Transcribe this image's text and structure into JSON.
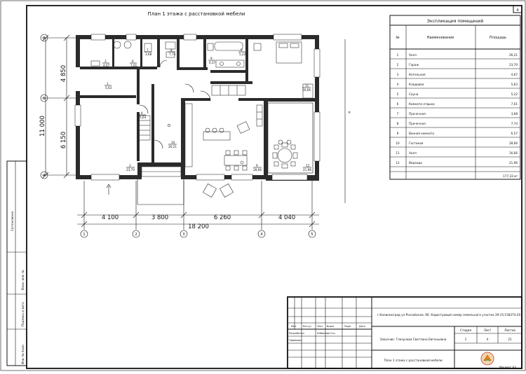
{
  "sheet": {
    "title": "План 1 этажа с расстановкой мебели",
    "sheet_number": "4",
    "format": "Формат А3",
    "side_labels": [
      "Согласовано",
      "Взам. инв. №",
      "Подпись и дата",
      "Инв. № подл."
    ]
  },
  "plan": {
    "axes_letters": [
      "В",
      "Б",
      "А"
    ],
    "axes_numbers": [
      "1",
      "2",
      "3",
      "4",
      "5"
    ],
    "dims_vertical": [
      "4 850",
      "11 000",
      "6 150"
    ],
    "dims_horizontal": [
      "4 100",
      "3 800",
      "6 260",
      "4 040"
    ],
    "dim_total": "18 200",
    "room_tags": [
      {
        "num": "3",
        "area": "4,67"
      },
      {
        "num": "6",
        "area": "7,01"
      },
      {
        "num": "7",
        "area": "3,68"
      },
      {
        "num": "8",
        "area": "7,74"
      },
      {
        "num": "9",
        "area": "6,57"
      },
      {
        "num": "5",
        "area": "5,22"
      },
      {
        "num": "1",
        "area": "5,63"
      },
      {
        "num": "11",
        "area": "16,66"
      },
      {
        "num": "4",
        "area": "5,63"
      },
      {
        "num": "10",
        "area": "26,21"
      },
      {
        "num": "2",
        "area": "23,70"
      },
      {
        "num": "9",
        "area": "28,66"
      },
      {
        "num": "12",
        "area": "21,96"
      }
    ]
  },
  "explication": {
    "title": "Экспликация помещений",
    "headers": [
      "№",
      "Наименование",
      "Площадь"
    ],
    "rows": [
      [
        "1",
        "Холл",
        "26,21"
      ],
      [
        "2",
        "Гараж",
        "23,70"
      ],
      [
        "3",
        "Котельная",
        "4,67"
      ],
      [
        "4",
        "Кладовая",
        "5,63"
      ],
      [
        "5",
        "Сауна",
        "5,22"
      ],
      [
        "6",
        "Комната отдыха",
        "7,01"
      ],
      [
        "7",
        "Прачечная",
        "3,68"
      ],
      [
        "8",
        "Прачечная",
        "7,74"
      ],
      [
        "9",
        "Ванная комната",
        "6,57"
      ],
      [
        "10",
        "Гостиная",
        "28,66"
      ],
      [
        "11",
        "Холл",
        "16,66"
      ],
      [
        "12",
        "Веранда",
        "21,96"
      ]
    ],
    "total": "177,33 м²"
  },
  "stamp": {
    "address": "г.Калининград ул.Российская, 66. Кадастровый номер земельного участка 39:15:158374:20",
    "customer": "Заказчик: Глазунова Светлана Евгеньевна",
    "drawing": "План 1 этажа с расстановкой мебели",
    "col_labels": [
      "Изм.",
      "Кол.уч",
      "Лист",
      "№док.",
      "Подп.",
      "Дата"
    ],
    "roles": [
      "Разработал",
      "Проверил"
    ],
    "developer": "Кабанова О.Ь.",
    "stage_headers": [
      "Стадия",
      "Лист",
      "Листов"
    ],
    "stage_values": [
      "1",
      "4",
      "21"
    ]
  }
}
